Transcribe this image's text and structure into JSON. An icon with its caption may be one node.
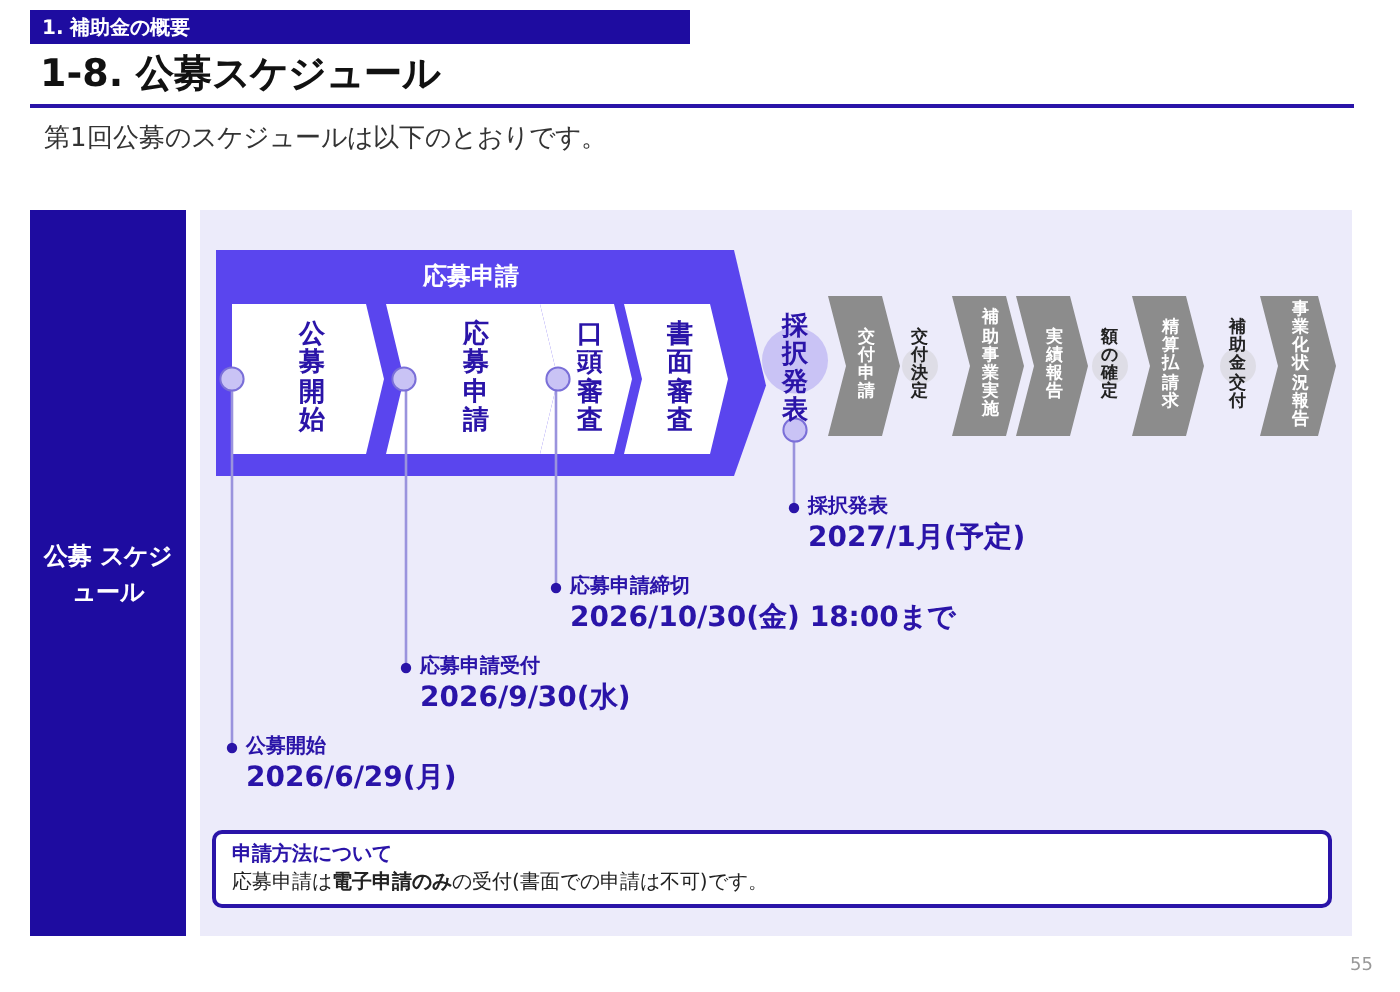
{
  "diagram": {
    "title": "1-8. 公募スケジュール",
    "nodes": [
      {
        "text": [
          "公募 スケジュール"
        ]
      },
      {
        "text": [
          "応募申請"
        ]
      },
      {
        "text": [
          "公募開始"
        ],
        "in": 1
      },
      {
        "text": [
          "応募申請"
        ],
        "in": 1
      },
      {
        "text": [
          "口頭審査"
        ],
        "in": 1
      },
      {
        "text": [
          "書面審査"
        ],
        "in": 1
      },
      {
        "text": [
          "採択発表"
        ]
      },
      {
        "text": [
          "交付申請"
        ]
      },
      {
        "text": [
          "交付決定"
        ]
      },
      {
        "text": [
          "補助事業実施"
        ]
      },
      {
        "text": [
          "実績報告"
        ]
      },
      {
        "text": [
          "額の確定"
        ]
      },
      {
        "text": [
          "精算払請求"
        ]
      },
      {
        "text": [
          "補助金交付"
        ]
      },
      {
        "text": [
          "事業化状況報告"
        ]
      },
      {
        "text": [
          "公募開始",
          "2026/6/29(月)"
        ]
      },
      {
        "text": [
          "応募申請受付",
          "2026/9/30(水)"
        ]
      },
      {
        "text": [
          "応募申請締切",
          "2026/10/30(金) 18:00まで"
        ]
      },
      {
        "text": [
          "採択発表",
          "2027/1月(予定)"
        ]
      },
      {
        "text": [
          "申請方法について",
          "応募申請は**電子申請のみ**の受付(書面での申請は不可)です。"
        ]
      }
    ],
    "edges": [
      {
        "from": 15,
        "to": 2,
        "arrow": "other"
      },
      {
        "from": 16,
        "to": 3,
        "arrow": "other"
      },
      {
        "from": 17,
        "to": 4,
        "arrow": "other"
      },
      {
        "from": 18,
        "to": 6,
        "arrow": "other"
      }
    ],
    "labels": [
      "1. 補助金の概要",
      "第1回公募のスケジュールは以下のとおりです。",
      "55"
    ]
  }
}
